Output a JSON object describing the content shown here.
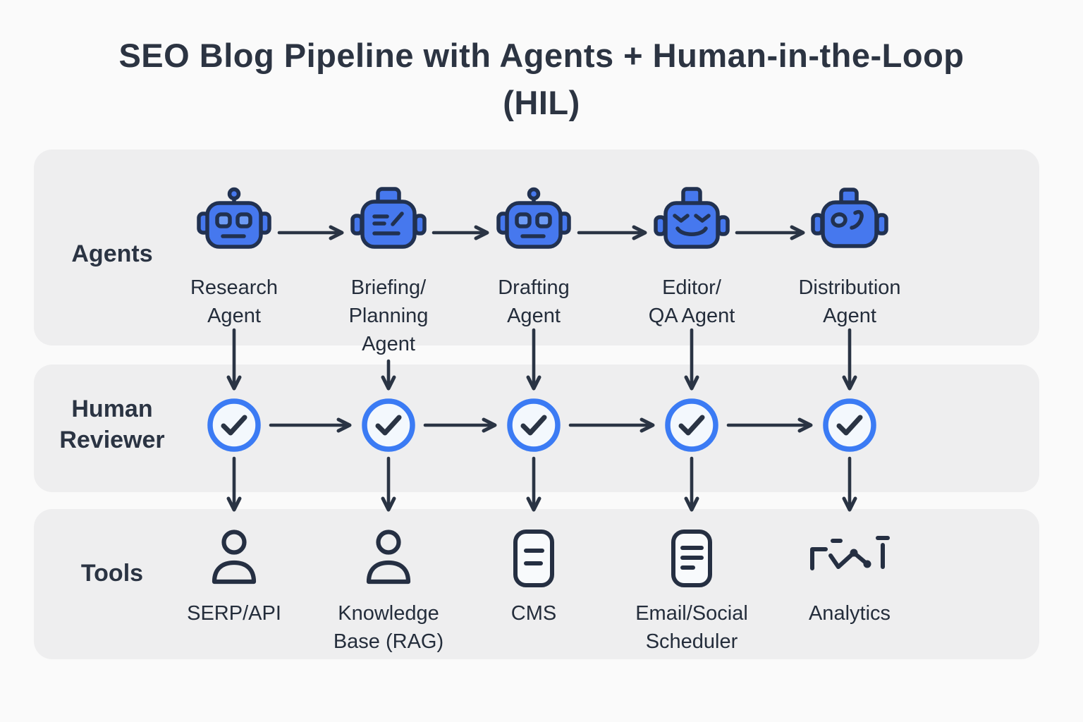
{
  "title": {
    "line1": "SEO Blog Pipeline with Agents + Human-in-the-Loop",
    "line2": "(HIL)"
  },
  "rows": {
    "agents": {
      "label": "Agents"
    },
    "reviewer": {
      "label": "Human\nReviewer"
    },
    "tools": {
      "label": "Tools"
    }
  },
  "agents": {
    "items": [
      {
        "label": "Research\nAgent",
        "icon": "robot-face-icon"
      },
      {
        "label": "Briefing/\nPlanning\nAgent",
        "icon": "robot-notes-icon"
      },
      {
        "label": "Drafting\nAgent",
        "icon": "robot-face-icon"
      },
      {
        "label": "Editor/\nQA Agent",
        "icon": "robot-wink-icon"
      },
      {
        "label": "Distribution\nAgent",
        "icon": "robot-glance-icon"
      }
    ]
  },
  "reviewer": {
    "icon": "check-circle-icon"
  },
  "tools": {
    "items": [
      {
        "label": "SERP/API",
        "icon": "person-icon"
      },
      {
        "label": "Knowledge\nBase (RAG)",
        "icon": "person-icon"
      },
      {
        "label": "CMS",
        "icon": "document-icon"
      },
      {
        "label": "Email/Social\nScheduler",
        "icon": "document-lines-icon"
      },
      {
        "label": "Analytics",
        "icon": "line-chart-icon"
      }
    ]
  },
  "colors": {
    "page_background": "#fafafa",
    "band_background": "#eeeeef",
    "robot_blue": "#4678ee",
    "robot_eye_blue": "#6d9bf4",
    "outline_navy": "#213150",
    "arrow_dark": "#2a3444",
    "check_ring_blue": "#3b7bf4",
    "check_fill": "#f3f8fd",
    "text_dark": "#2b3443"
  }
}
